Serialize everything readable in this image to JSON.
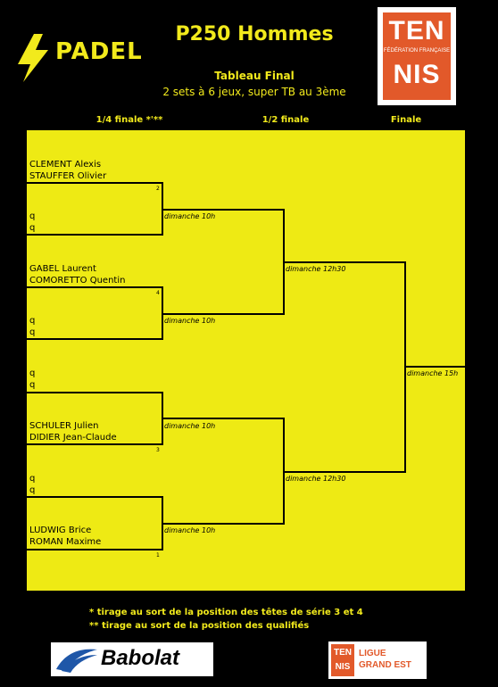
{
  "header": {
    "logo_padel_word": "PADEL",
    "title": "P250 Hommes",
    "subtitle": "Tableau Final",
    "format": "2 sets à 6 jeux, super TB au 3ème",
    "fft_logo_top": "TEN",
    "fft_logo_federation": "FÉDÉRATION FRANÇAISE",
    "fft_logo_bottom": "NIS"
  },
  "rounds": {
    "quarter": "1/4 finale *'**",
    "semi": "1/2 finale",
    "final": "Finale"
  },
  "quarter_matches": [
    {
      "team_a": [
        "CLEMENT Alexis",
        "STAUFFER Olivier"
      ],
      "seed_a": "2",
      "team_b": [
        "q",
        "q"
      ],
      "seed_b": "",
      "schedule": "dimanche 10h"
    },
    {
      "team_a": [
        "GABEL Laurent",
        "COMORETTO Quentin"
      ],
      "seed_a": "4",
      "team_b": [
        "q",
        "q"
      ],
      "seed_b": "",
      "schedule": "dimanche 10h"
    },
    {
      "team_a": [
        "q",
        "q"
      ],
      "seed_a": "",
      "team_b": [
        "SCHULER Julien",
        "DIDIER Jean-Claude"
      ],
      "seed_b": "3",
      "schedule": "dimanche 10h"
    },
    {
      "team_a": [
        "q",
        "q"
      ],
      "seed_a": "",
      "team_b": [
        "LUDWIG Brice",
        "ROMAN Maxime"
      ],
      "seed_b": "1",
      "schedule": "dimanche 10h"
    }
  ],
  "semi_matches": [
    {
      "schedule": "dimanche 12h30"
    },
    {
      "schedule": "dimanche 12h30"
    }
  ],
  "final_match": {
    "schedule": "dimanche 15h"
  },
  "notes": [
    "* tirage au sort de la position des têtes de série 3 et 4",
    "** tirage au sort de la position des qualifiés"
  ],
  "sponsors": {
    "babolat": "Babolat",
    "ligue_mini_top": "TEN",
    "ligue_mini_bottom": "NIS",
    "ligue_line1": "LIGUE",
    "ligue_line2": "GRAND EST"
  },
  "colors": {
    "bracket_bg": "#eeea14",
    "accent_yellow": "#f2ea1c",
    "fft_orange": "#e2592a",
    "babolat_blue": "#1f57a8"
  }
}
